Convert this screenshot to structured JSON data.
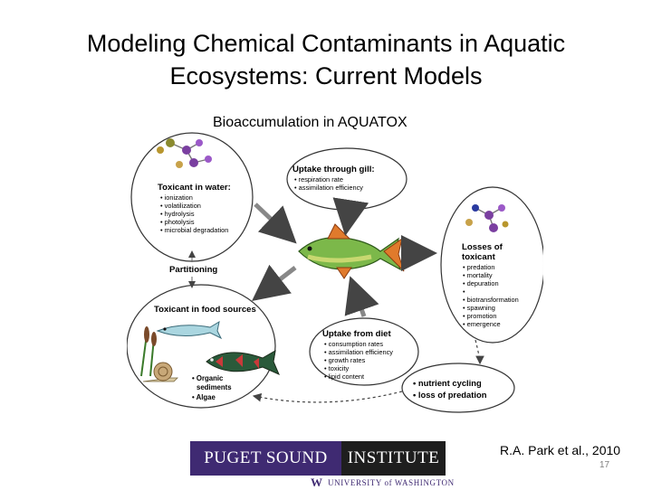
{
  "slide": {
    "title_line1": "Modeling Chemical Contaminants in Aquatic",
    "title_line2": "Ecosystems:  Current Models",
    "citation": "R.A. Park et al., 2010",
    "page_number": "17"
  },
  "diagram": {
    "title": "Bioaccumulation in AQUATOX",
    "toxicant_in_water": {
      "heading": "Toxicant in water:",
      "items": [
        "ionization",
        "volatilization",
        "hydrolysis",
        "photolysis",
        "microbial degradation"
      ]
    },
    "uptake_gill": {
      "heading": "Uptake through gill:",
      "items": [
        "respiration rate",
        "assimilation efficiency"
      ]
    },
    "partitioning": "Partitioning",
    "losses": {
      "heading_line1": "Losses of",
      "heading_line2": "toxicant",
      "items": [
        "predation",
        "mortality",
        "depuration",
        "",
        "biotransformation",
        "spawning",
        "promotion",
        "emergence"
      ]
    },
    "food_sources": {
      "heading": "Toxicant in food sources",
      "items": [
        "Organic",
        "sediments",
        "Algae"
      ]
    },
    "uptake_diet": {
      "heading": "Uptake from diet",
      "items": [
        "consumption rates",
        "assimilation efficiency",
        "growth rates",
        "toxicity",
        "lipid content"
      ]
    },
    "cycling": {
      "line1": "nutrient cycling",
      "line2": "loss of predation"
    }
  },
  "logo": {
    "left_text": "PUGET SOUND",
    "right_text": "INSTITUTE",
    "sub_mark": "W",
    "sub_text": "UNIVERSITY of WASHINGTON"
  }
}
